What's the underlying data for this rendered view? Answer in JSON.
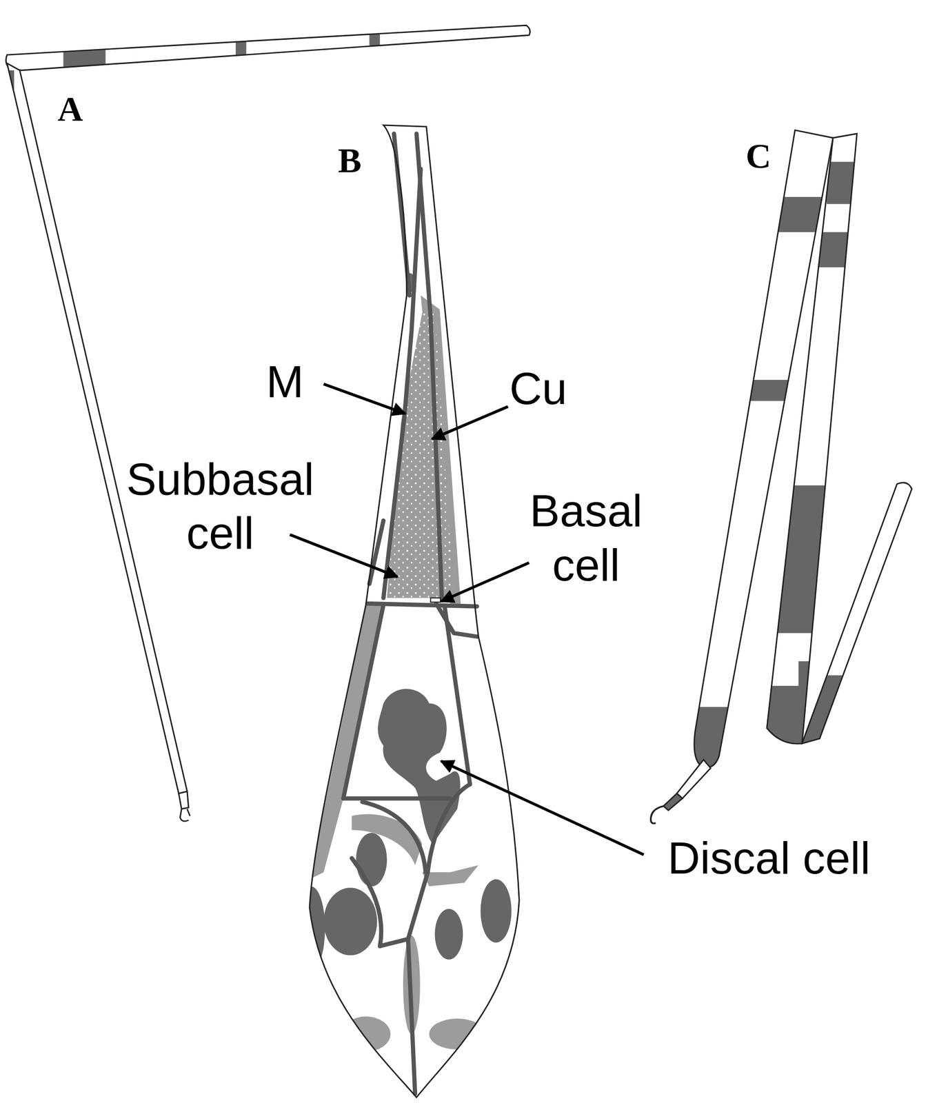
{
  "diagram": {
    "labels": [
      "A",
      "B",
      "C",
      "M",
      "Cu",
      "Subbasal cell",
      "Basal cell",
      "Discal cell"
    ]
  }
}
